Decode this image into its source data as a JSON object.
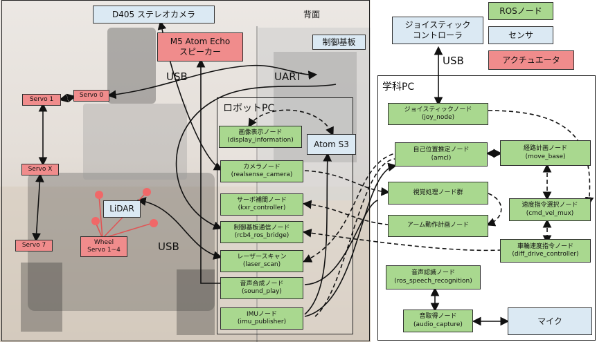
{
  "photo_label": "背面",
  "legend": {
    "ros_node": "ROSノード",
    "sensor": "センサ",
    "actuator": "アクチュエータ"
  },
  "colors": {
    "ros_node": "#a9d88f",
    "sensor": "#dbe9f3",
    "actuator": "#f08c8c"
  },
  "sensors": {
    "d405": "D405 ステレオカメラ",
    "atom_s3": "Atom S3",
    "lidar": "LiDAR",
    "joystick": [
      "ジョイスティック",
      "コントローラ"
    ],
    "control_board": "制御基板",
    "mic": "マイク"
  },
  "actuators": {
    "speaker": [
      "M5 Atom Echo",
      "スピーカー"
    ],
    "servo0": "Servo 0",
    "servo1": "Servo 1",
    "servoX": "Servo X",
    "servo7": "Servo 7",
    "wheel": [
      "Wheel",
      "Servo 1~4"
    ]
  },
  "links": {
    "usb1": "USB",
    "uart": "UART",
    "usb2": "USB",
    "usb3": "USB"
  },
  "robot_pc": {
    "title": "ロボットPC",
    "nodes": [
      {
        "name": "画像表示ノード",
        "id": "(display_information)"
      },
      {
        "name": "カメラノード",
        "id": "(realsense_camera)"
      },
      {
        "name": "サーボ補間ノード",
        "id": "(kxr_controller)"
      },
      {
        "name": "制御基板通信ノード",
        "id": "(rcb4_ros_bridge)"
      },
      {
        "name": "レーザースキャン",
        "id": "(laser_scan)"
      },
      {
        "name": "音声合成ノード",
        "id": "(sound_play)"
      },
      {
        "name": "IMUノード",
        "id": "(imu_publisher)"
      }
    ]
  },
  "school_pc": {
    "title": "学科PC",
    "nodes": {
      "joy": {
        "name": "ジョイスティックノード",
        "id": "(joy_node)"
      },
      "amcl": {
        "name": "自己位置推定ノード",
        "id": "(amcl)"
      },
      "move_base": {
        "name": "経路計画ノード",
        "id": "(move_base)"
      },
      "vision": {
        "name": "視覚処理ノード群",
        "id": ""
      },
      "cmd_vel_mux": {
        "name": "速度指令選択ノード",
        "id": "(cmd_vel_mux)"
      },
      "arm": {
        "name": "アーム動作計画ノード",
        "id": ""
      },
      "diff_drive": {
        "name": "車輪速度指令ノード",
        "id": "(diff_drive_controller)"
      },
      "speech_rec": {
        "name": "音声認識ノード",
        "id": "(ros_speech_recognition)"
      },
      "audio_capture": {
        "name": "音取得ノード",
        "id": "(audio_capture)"
      }
    }
  }
}
